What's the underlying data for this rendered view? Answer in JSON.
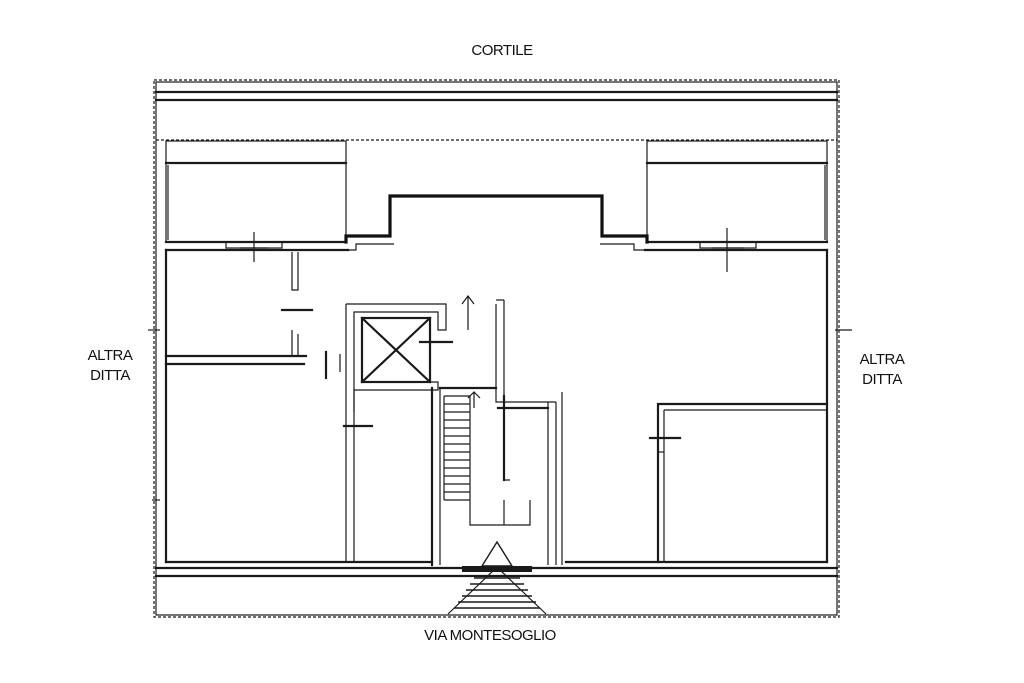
{
  "labels": {
    "top": "CORTILE",
    "bottom": "VIA MONTESOGLIO",
    "left_line1": "ALTRA",
    "left_line2": "DITTA",
    "right_line1": "ALTRA",
    "right_line2": "DITTA"
  },
  "colors": {
    "line": "#1a1a1a",
    "background": "#ffffff"
  }
}
